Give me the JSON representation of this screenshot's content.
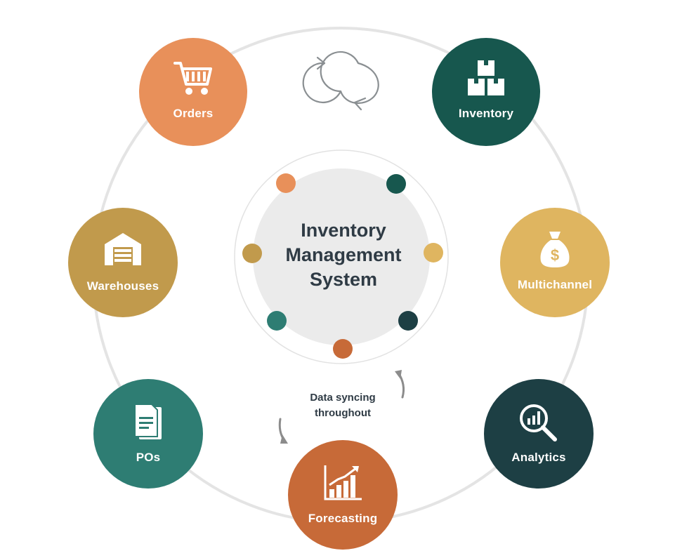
{
  "center": {
    "title_lines": [
      "Inventory",
      "Management",
      "System"
    ]
  },
  "caption": {
    "lines": [
      "Data syncing",
      "throughout"
    ]
  },
  "nodes": [
    {
      "label": "Orders",
      "icon": "shopping-cart-icon",
      "color": "#e8905a"
    },
    {
      "label": "Inventory",
      "icon": "boxes-icon",
      "color": "#17574e"
    },
    {
      "label": "Multichannel",
      "icon": "money-bag-icon",
      "color": "#dfb560"
    },
    {
      "label": "Analytics",
      "icon": "magnifier-chart-icon",
      "color": "#1d3f44"
    },
    {
      "label": "Forecasting",
      "icon": "growth-chart-icon",
      "color": "#c76a38"
    },
    {
      "label": "POs",
      "icon": "documents-icon",
      "color": "#2e7d73"
    },
    {
      "label": "Warehouses",
      "icon": "warehouse-icon",
      "color": "#c19a4c"
    }
  ],
  "ring_dots": [
    "#e8905a",
    "#17574e",
    "#dfb560",
    "#1d3f44",
    "#c76a38",
    "#2e7d73",
    "#c19a4c"
  ],
  "colors": {
    "outer_ring": "#e4e4e4",
    "center_fill": "#ebebeb",
    "text_dark": "#2f3b45",
    "arrow_gray": "#8c8c8c",
    "sync_icon_gray": "#8a8f92"
  }
}
